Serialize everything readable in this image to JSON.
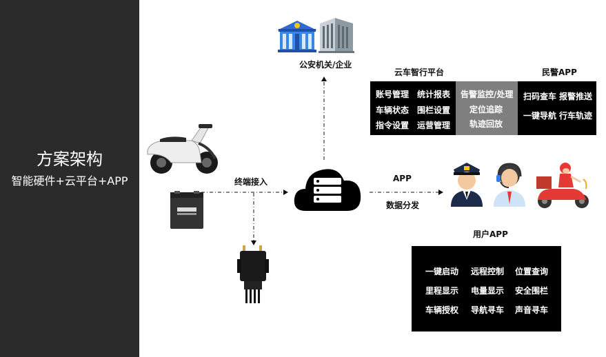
{
  "sidebar": {
    "title": "方案架构",
    "subtitle": "智能硬件+云平台+APP"
  },
  "labels": {
    "police_company": "公安机关/企业",
    "cloud_platform": "云车智行平台",
    "police_app": "民警APP",
    "terminal_access": "终端接入",
    "app": "APP",
    "data_distribution": "数据分发",
    "user_app": "用户APP"
  },
  "cloud_features": {
    "col1": [
      "账号管理",
      "车辆状态",
      "指令设置"
    ],
    "col2": [
      "统计报表",
      "围栏设置",
      "运营管理"
    ],
    "col3": [
      "告警监控/处理",
      "定位追踪",
      "轨迹回放"
    ]
  },
  "police_features": {
    "row1": [
      "扫码查车",
      "报警推送"
    ],
    "row2": [
      "一键导航",
      "行车轨迹"
    ]
  },
  "user_features": {
    "row1": [
      "一键启动",
      "远程控制",
      "位置查询"
    ],
    "row2": [
      "里程显示",
      "电量显示",
      "安全围栏"
    ],
    "row3": [
      "车辆授权",
      "导航寻车",
      "声音寻车"
    ]
  },
  "colors": {
    "sidebar": "#2b2b2b",
    "box": "#000000",
    "grey_panel": "#7f7f7f"
  }
}
